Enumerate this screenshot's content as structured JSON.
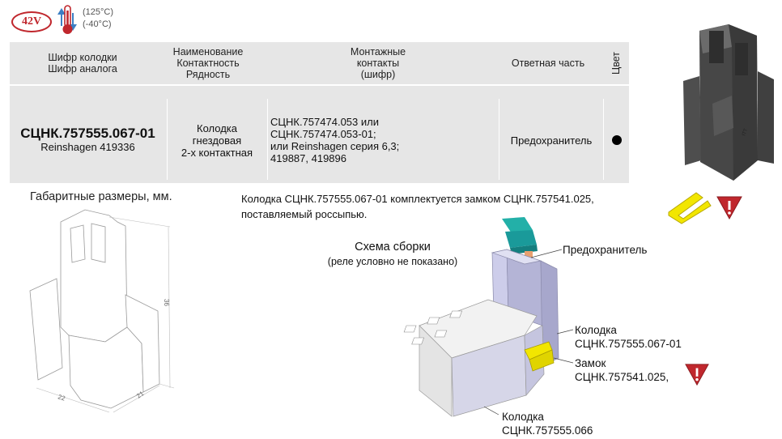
{
  "badges": {
    "voltage": "42V",
    "temp_high": "(125°C)",
    "temp_low": "(-40°C)"
  },
  "table": {
    "headers": {
      "cipher": [
        "Шифр колодки",
        "Шифр аналога"
      ],
      "name": [
        "Наименование",
        "Контактность",
        "Рядность"
      ],
      "contacts": [
        "Монтажные",
        "контакты",
        "(шифр)"
      ],
      "mate": "Ответная часть",
      "color": "Цвет"
    },
    "row": {
      "cipher": "СЦНК.757555.067-01",
      "analog": "Reinshagen 419336",
      "name": [
        "Колодка",
        "гнездовая",
        "2-х контактная"
      ],
      "contacts": [
        "СЦНК.757474.053 или",
        "СЦНК.757474.053-01;",
        "или Reinshagen серия 6,3;",
        "419887, 419896"
      ],
      "mate": "Предохранитель"
    }
  },
  "dimensions": {
    "title": "Габаритные размеры, мм.",
    "dim_width": "22",
    "dim_depth": "21",
    "dim_height": "36"
  },
  "note": [
    "Колодка СЦНК.757555.067-01 комплектуется замком СЦНК.757541.025,",
    "поставляемый россыпью."
  ],
  "scheme": {
    "title": "Схема сборки",
    "subtitle": "(реле условно не показано)",
    "callouts": {
      "fuse": "Предохранитель",
      "block": [
        "Колодка",
        "СЦНК.757555.067-01"
      ],
      "lock": [
        "Замок",
        "СЦНК.757541.025,"
      ],
      "base": [
        "Колодка",
        "СЦНК.757555.066"
      ]
    }
  },
  "colors": {
    "accent_red": "#c0272d",
    "table_bg": "#e6e6e6",
    "lock_yellow": "#f2e600",
    "fuse_teal": "#1a9a9a"
  }
}
